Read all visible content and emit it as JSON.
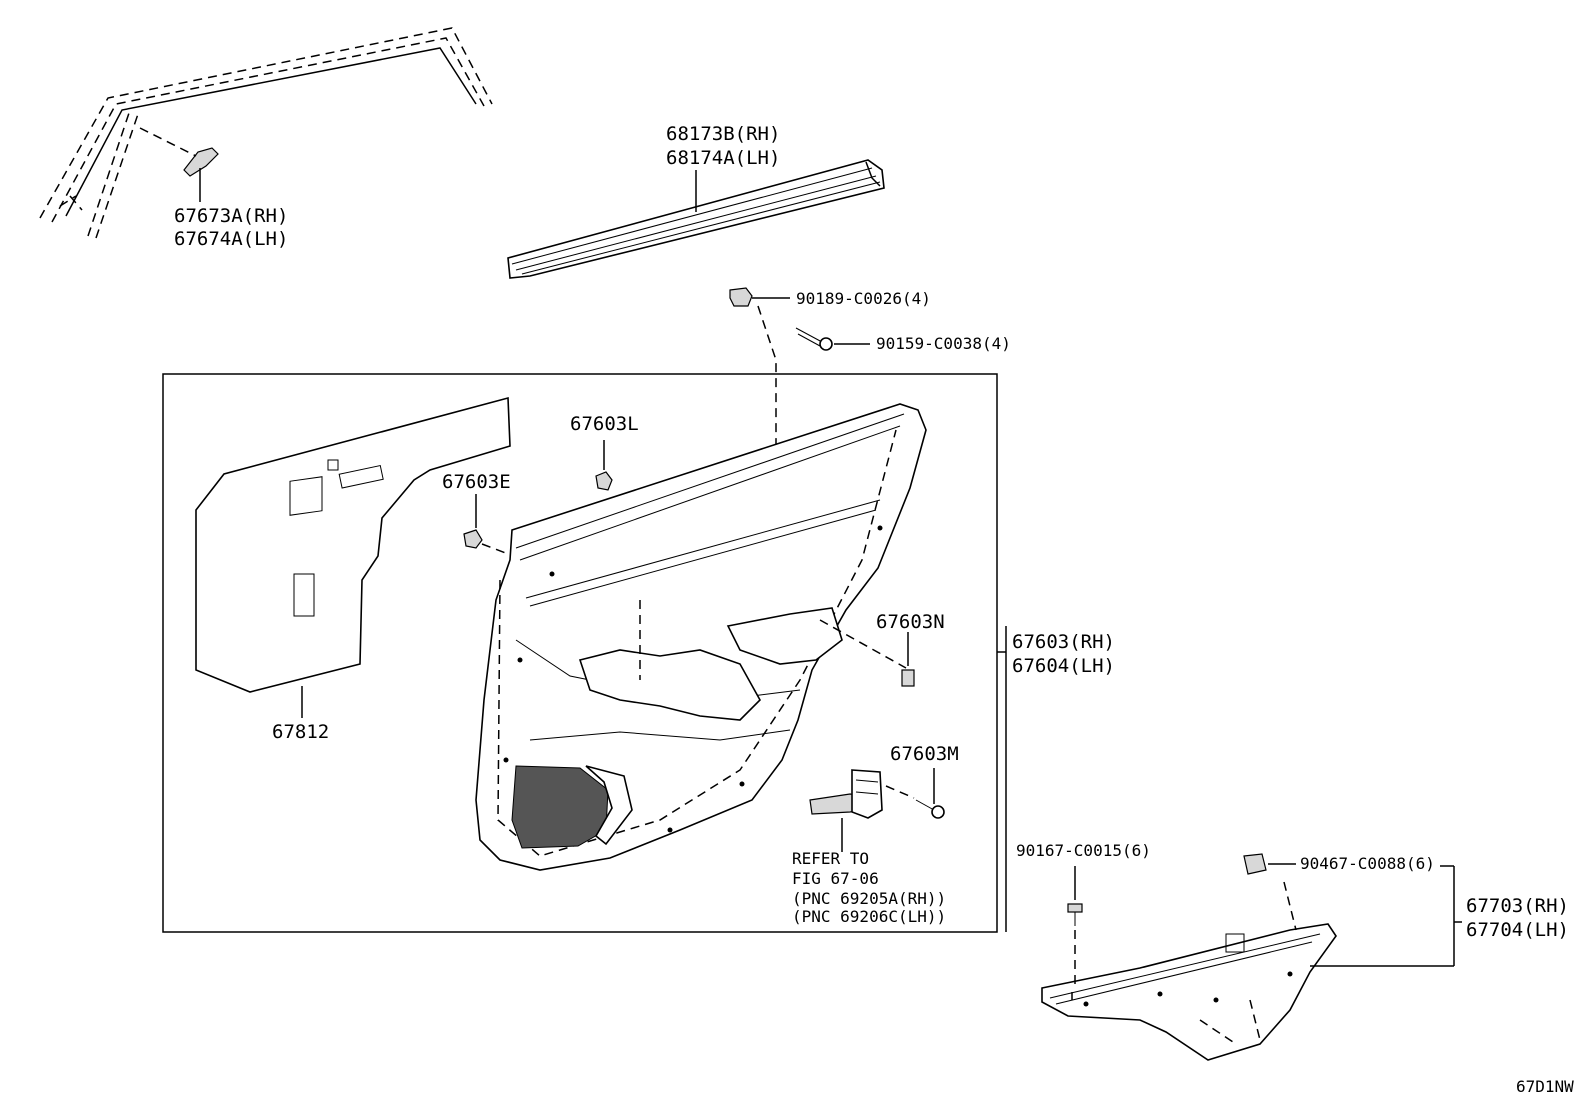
{
  "diagram_id": "67D1NW",
  "labels": {
    "molding_clip": [
      "67673A(RH)",
      "67674A(LH)"
    ],
    "weatherstrip": [
      "68173B(RH)",
      "68174A(LH)"
    ],
    "clip_90189": "90189-C0026(4)",
    "screw_90159": "90159-C0038(4)",
    "clip_67603L": "67603L",
    "clip_67603E": "67603E",
    "silencer_pad": "67812",
    "clip_67603N": "67603N",
    "door_trim_board": [
      "67603(RH)",
      "67604(LH)"
    ],
    "screw_67603M": "67603M",
    "refer_note": [
      "REFER TO",
      "FIG 67-06",
      "(PNC 69205A(RH))",
      "(PNC 69206C(LH))"
    ],
    "screw_90167": "90167-C0015(6)",
    "clip_90467": "90467-C0088(6)",
    "lower_trim": [
      "67703(RH)",
      "67704(LH)"
    ]
  }
}
